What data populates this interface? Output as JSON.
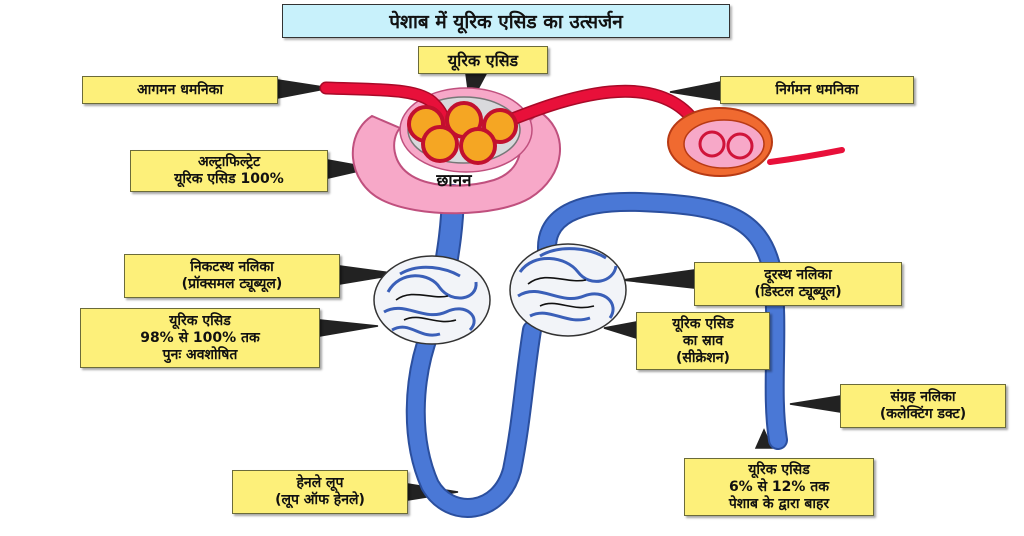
{
  "title": "पेशाब में यूरिक एसिड का उत्सर्जन",
  "labels": {
    "uric_acid_top": "यूरिक एसिड",
    "afferent": "आगमन धमनिका",
    "efferent": "निर्गमन धमनिका",
    "ultrafiltrate": [
      "अल्ट्राफिल्ट्रेट",
      "यूरिक एसिड 100%"
    ],
    "filtration": "छानन",
    "proximal": [
      "निकटस्थ नलिका",
      "(प्रॉक्समल ट्यूब्यूल)"
    ],
    "reabsorbed": [
      "यूरिक एसिड",
      "98% से 100% तक",
      "पुनः अवशोषित"
    ],
    "distal": [
      "दूरस्थ नलिका",
      "(डिस्टल ट्यूब्यूल)"
    ],
    "secretion": [
      "यूरिक एसिड",
      "का स्राव",
      "(सीक्रेशन)"
    ],
    "collecting": [
      "संग्रह नलिका",
      "(कलेक्टिंग डक्ट)"
    ],
    "henle": [
      "हेनले लूप",
      "(लूप ऑफ हेनले)"
    ],
    "excreted": [
      "यूरिक एसिड",
      "6% से 12% तक",
      "पेशाब के द्वारा बाहर"
    ]
  },
  "colors": {
    "vessel": "#e8103a",
    "capsule": "#f7a8c8",
    "glomerulus_fill": "#f5a623",
    "tubule": "#4a78d6",
    "label_bg": "#fdf07a",
    "title_bg": "#c8f1fb"
  }
}
